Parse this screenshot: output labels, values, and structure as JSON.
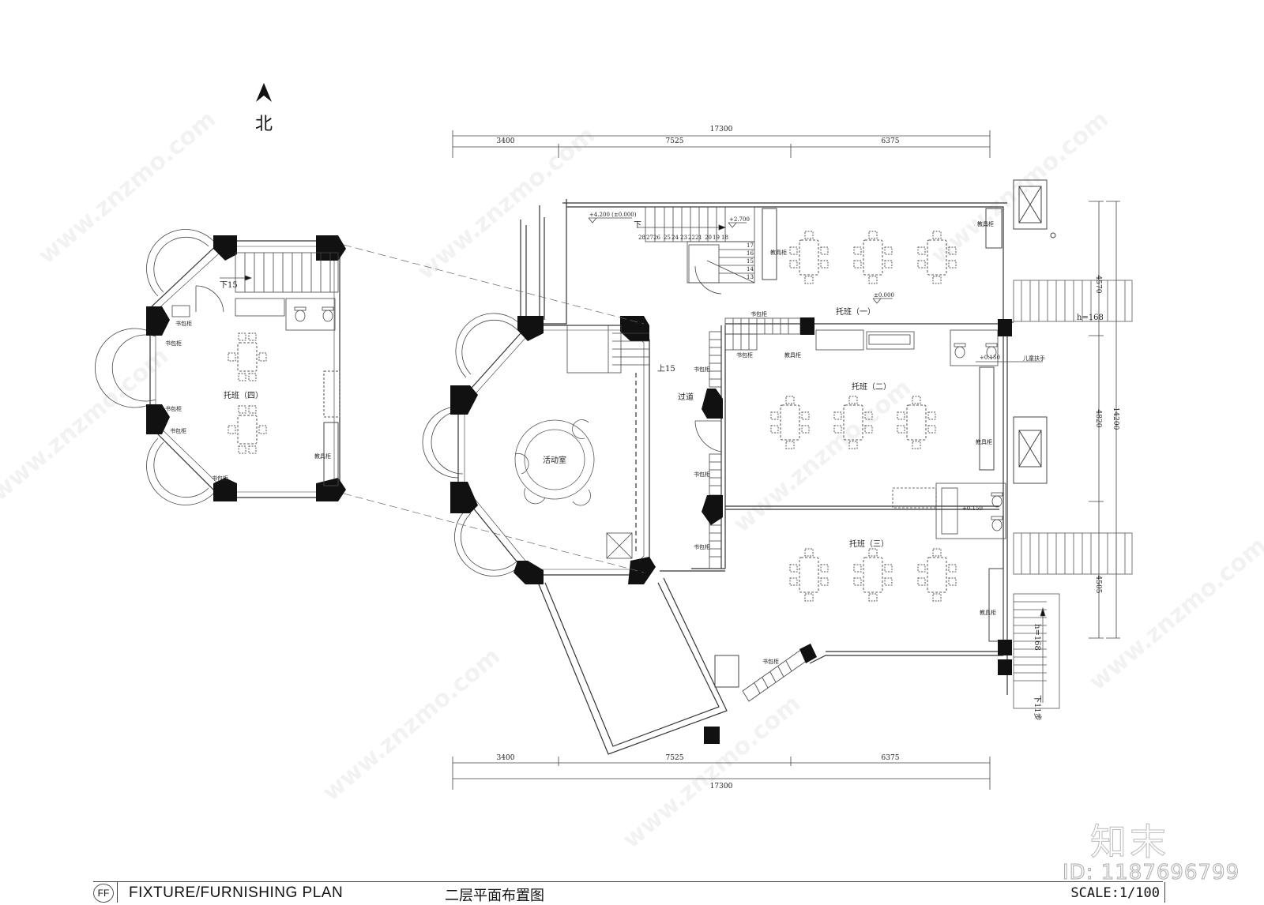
{
  "drawing": {
    "title_en": "FIXTURE/FURNISHING PLAN",
    "title_cn": "二层平面布置图",
    "badge": "FF",
    "scale": "SCALE:1/100",
    "north_label": "北",
    "watermark_brand": "知末",
    "watermark_id": "ID: 1187696799",
    "watermark_url": "www.znzmo.com"
  },
  "dimensions": {
    "top_total": "17300",
    "top_segments": [
      "3400",
      "7525",
      "6375"
    ],
    "bottom_total": "17300",
    "bottom_segments": [
      "3400",
      "7525",
      "6375"
    ],
    "right_total": "14200",
    "right_segments": [
      "4570",
      "4820",
      "4505"
    ]
  },
  "rooms": {
    "class_1": "托班（一）",
    "class_2": "托班（二）",
    "class_3": "托班（三）",
    "class_4": "托班（四）",
    "activity": "活动室",
    "corridor": "过道"
  },
  "labels": {
    "bag_cabinet": "书包柜",
    "toy_cabinet": "教具柜",
    "child_handrail": "儿童扶手",
    "stair_down": "下",
    "stair_down_15": "下15",
    "stair_up_15": "上15",
    "stair_down_11": "下11步",
    "step_height": "h=168"
  },
  "levels": {
    "level_upper": "+4.200 (±0.000)",
    "level_landing": "+2.700",
    "level_class": "±0.000",
    "level_wc": "+0.150"
  },
  "stair_numbers": {
    "upper_run": [
      "28",
      "27",
      "26",
      "25",
      "24",
      "23",
      "22",
      "21",
      "20",
      "19",
      "18"
    ],
    "lower_run": [
      "17",
      "16",
      "15",
      "14",
      "13"
    ]
  },
  "colors": {
    "line": "#333333",
    "column": "#111111",
    "dashed": "#555555"
  }
}
